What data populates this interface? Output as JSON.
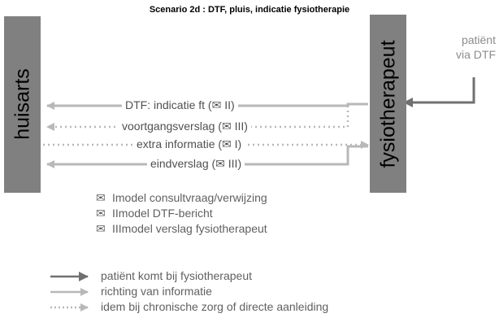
{
  "title": "Scenario 2d :  DTF, pluis, indicatie fysiotherapie",
  "left_box": {
    "label": "huisarts"
  },
  "right_box": {
    "label": "fysiotherapeut"
  },
  "side_note": {
    "line1": "patiënt",
    "line2": "via DTF"
  },
  "flows": [
    {
      "label": "DTF: indicatie ft (✉ II)"
    },
    {
      "label": "voortgangsverslag (✉ III)"
    },
    {
      "label": "extra informatie (✉ I)"
    },
    {
      "label": "eindverslag (✉ III)"
    }
  ],
  "envelope_key": [
    {
      "num": "I",
      "text": "model consultvraag/verwijzing"
    },
    {
      "num": "II",
      "text": "model DTF-bericht"
    },
    {
      "num": "III",
      "text": "model verslag fysiotherapeut"
    }
  ],
  "legend": [
    {
      "text": "patiënt komt bij fysiotherapeut",
      "style": "solid-dark"
    },
    {
      "text": "richting van informatie",
      "style": "solid-light"
    },
    {
      "text": "idem bij chronische zorg of directe aanleiding",
      "style": "dotted"
    }
  ],
  "colors": {
    "box": "#808080",
    "dark_arrow": "#707070",
    "light_arrow": "#b8b8b8"
  },
  "icons": {
    "envelope": "✉"
  }
}
